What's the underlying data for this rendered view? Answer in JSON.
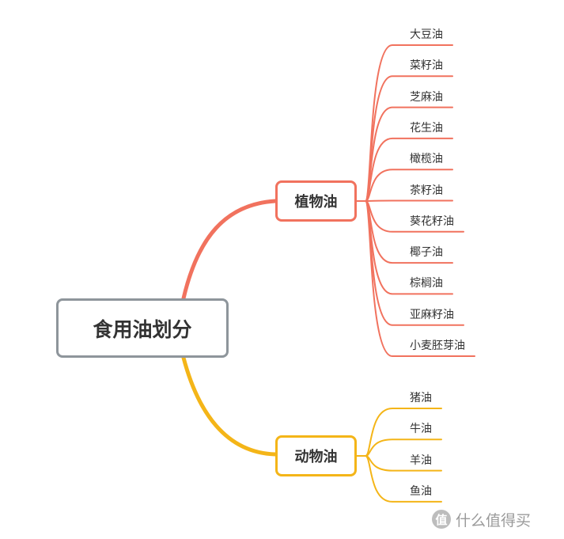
{
  "root": {
    "label": "食用油划分"
  },
  "branches": [
    {
      "id": "plant",
      "label": "植物油",
      "color": "#f1725e",
      "leaves": [
        "大豆油",
        "菜籽油",
        "芝麻油",
        "花生油",
        "橄榄油",
        "茶籽油",
        "葵花籽油",
        "椰子油",
        "棕榈油",
        "亚麻籽油",
        "小麦胚芽油"
      ]
    },
    {
      "id": "animal",
      "label": "动物油",
      "color": "#f4b518",
      "leaves": [
        "猪油",
        "牛油",
        "羊油",
        "鱼油"
      ]
    }
  ],
  "watermark": {
    "icon": "值",
    "text": "什么值得买"
  }
}
